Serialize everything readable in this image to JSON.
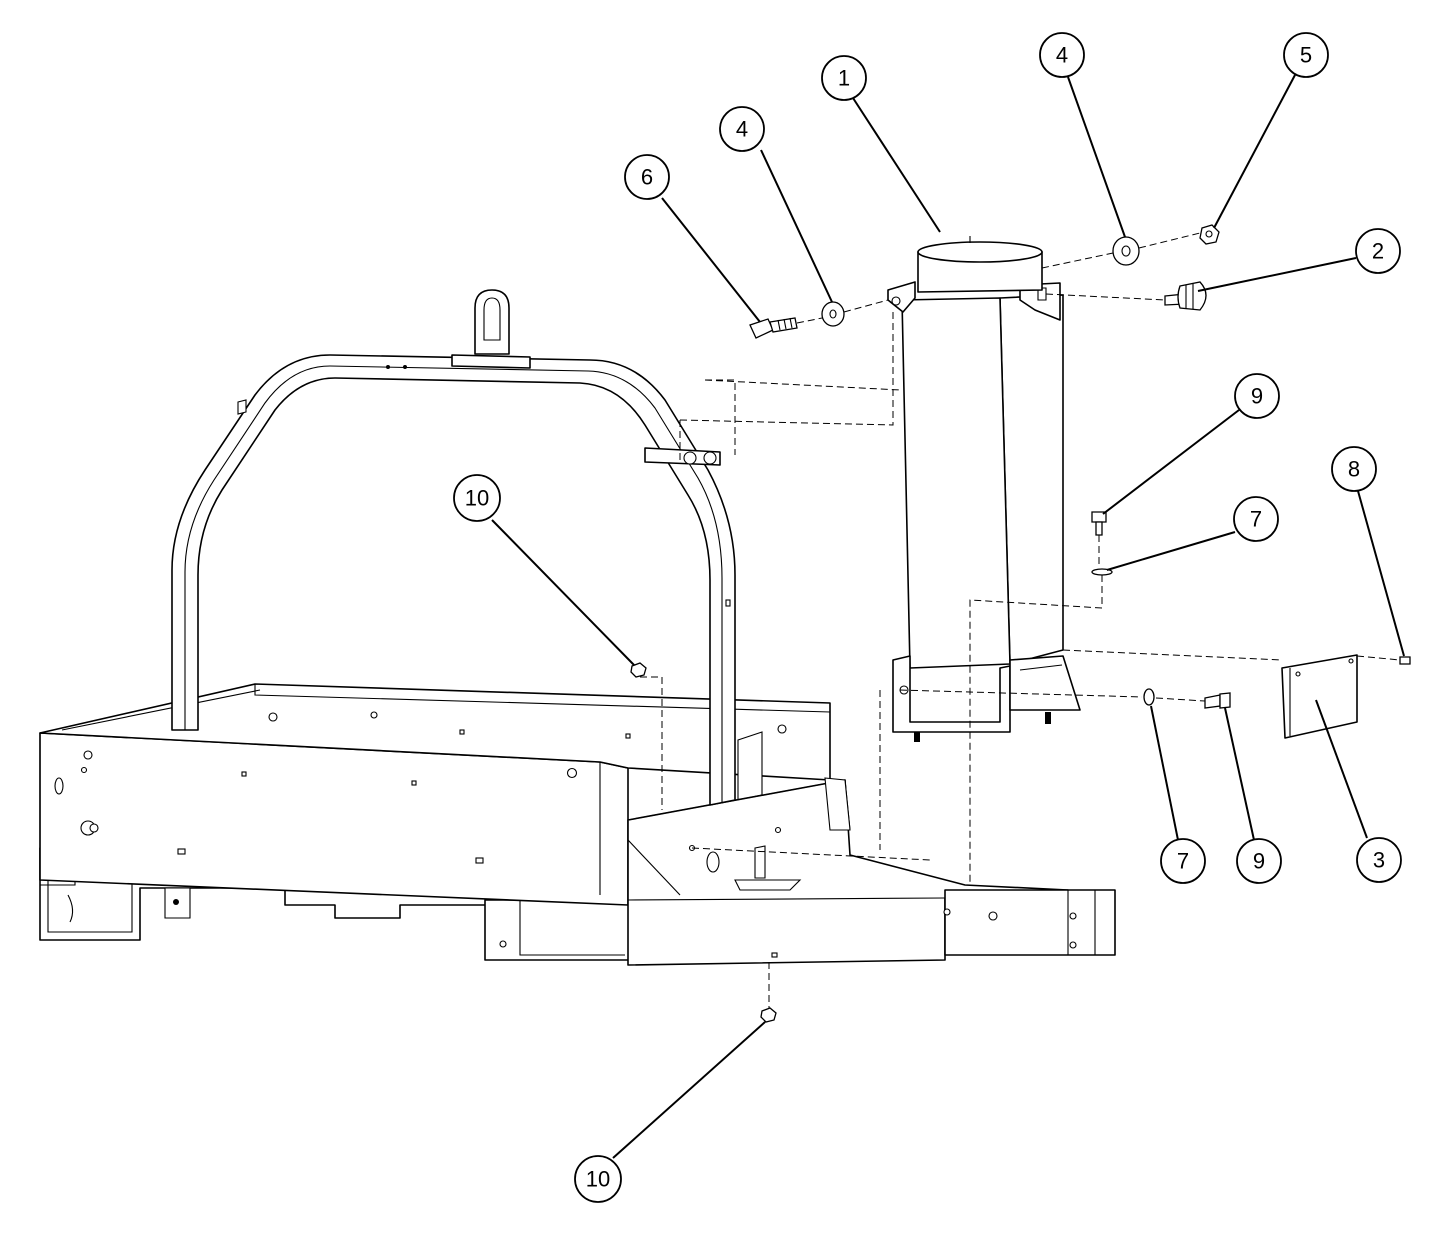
{
  "diagram": {
    "type": "exploded-assembly-parts-diagram",
    "callouts": [
      {
        "id": "callout-1",
        "label": "1"
      },
      {
        "id": "callout-2",
        "label": "2"
      },
      {
        "id": "callout-3",
        "label": "3"
      },
      {
        "id": "callout-4a",
        "label": "4"
      },
      {
        "id": "callout-4b",
        "label": "4"
      },
      {
        "id": "callout-5",
        "label": "5"
      },
      {
        "id": "callout-6",
        "label": "6"
      },
      {
        "id": "callout-7a",
        "label": "7"
      },
      {
        "id": "callout-7b",
        "label": "7"
      },
      {
        "id": "callout-8",
        "label": "8"
      },
      {
        "id": "callout-9a",
        "label": "9"
      },
      {
        "id": "callout-9b",
        "label": "9"
      },
      {
        "id": "callout-10a",
        "label": "10"
      },
      {
        "id": "callout-10b",
        "label": "10"
      }
    ],
    "colors": {
      "line": "#000000",
      "background": "#ffffff"
    }
  }
}
